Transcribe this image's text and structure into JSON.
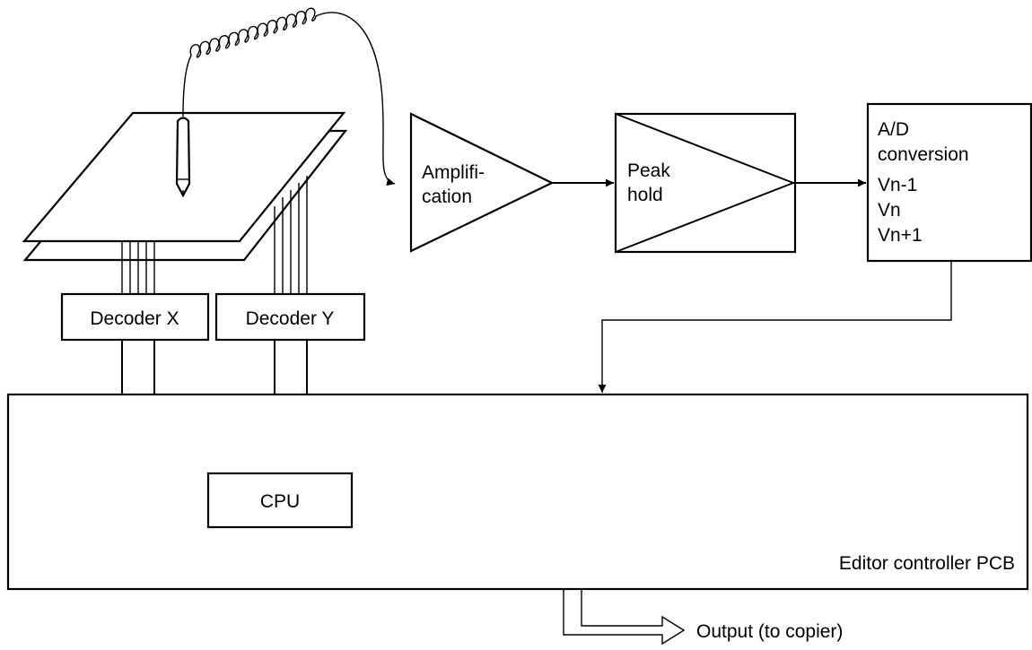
{
  "blocks": {
    "amplification": [
      "Amplifi-",
      "cation"
    ],
    "peak_hold": [
      "Peak",
      "hold"
    ],
    "ad_conversion": [
      "A/D",
      "conversion",
      "Vn-1",
      "Vn",
      "Vn+1"
    ],
    "decoder_x": "Decoder X",
    "decoder_y": "Decoder Y",
    "cpu": "CPU",
    "pcb": "Editor controller PCB"
  },
  "output_label": "Output (to copier)"
}
